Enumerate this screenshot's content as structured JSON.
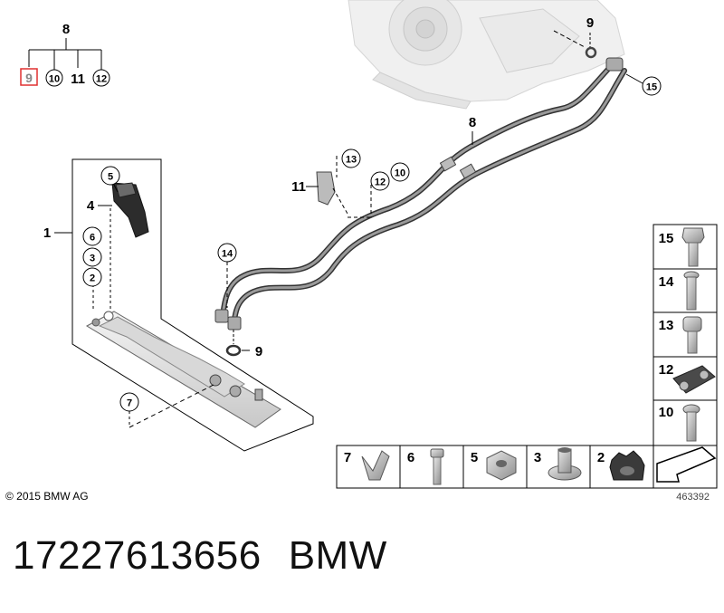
{
  "legend": {
    "parent": "8",
    "children": [
      {
        "text": "9",
        "style": "box-red"
      },
      {
        "text": "10",
        "style": "circle"
      },
      {
        "text": "11",
        "style": "bold"
      },
      {
        "text": "12",
        "style": "circle"
      }
    ]
  },
  "callouts": {
    "c1": "1",
    "c2": "2",
    "c3": "3",
    "c4": "4",
    "c5": "5",
    "c6": "6",
    "c7": "7",
    "c8": "8",
    "c9a": "9",
    "c9b": "9",
    "c10": "10",
    "c11": "11",
    "c12": "12",
    "c13": "13",
    "c14": "14",
    "c15": "15"
  },
  "side_table": [
    "15",
    "14",
    "13",
    "12",
    "10"
  ],
  "bottom_table": [
    "7",
    "6",
    "5",
    "3",
    "2"
  ],
  "diagram_id": "463392",
  "copyright": "© 2015 BMW AG",
  "part_number": "17227613656",
  "brand": "BMW",
  "colors": {
    "legend_box": "#e03030",
    "line": "#222222",
    "pipe": "#555555"
  }
}
